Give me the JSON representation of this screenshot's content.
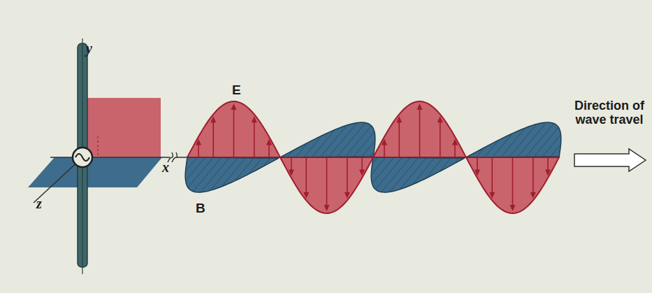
{
  "diagram": {
    "labels": [
      "y",
      "x",
      "z",
      "E",
      "B",
      "Direction of wave travel"
    ]
  }
}
